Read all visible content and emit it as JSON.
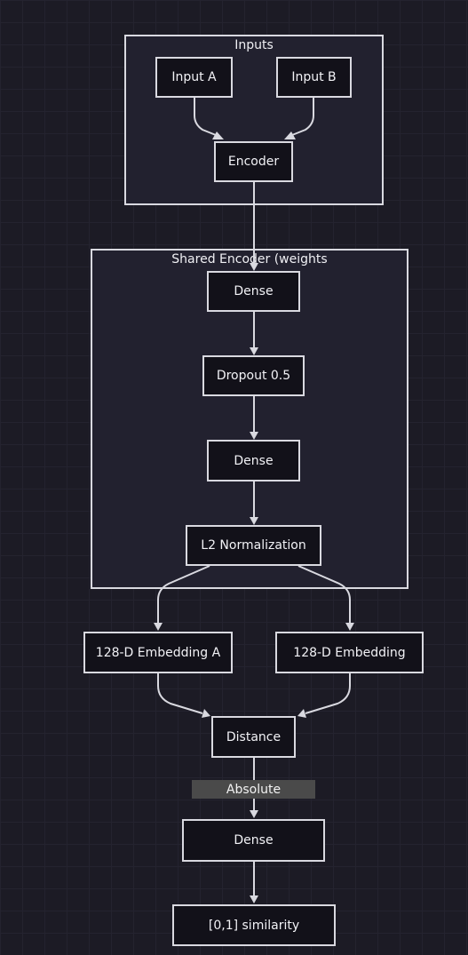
{
  "clusters": {
    "inputs": {
      "label": "Inputs"
    },
    "shared": {
      "label": "Shared Encoder (weights"
    }
  },
  "nodes": {
    "input_a": "Input A",
    "input_b": "Input B",
    "encoder": "Encoder",
    "dense1": "Dense",
    "dropout": "Dropout 0.5",
    "dense2": "Dense",
    "l2norm": "L2 Normalization",
    "emb_a": "128-D Embedding A",
    "emb_b": "128-D Embedding",
    "distance": "Distance",
    "dense3": "Dense",
    "similarity": "[0,1] similarity"
  },
  "edge_labels": {
    "distance_to_dense": "Absolute"
  },
  "colors": {
    "background": "#1c1b25",
    "cluster_fill": "#22212f",
    "node_fill": "#121119",
    "stroke": "#d9d9e0",
    "edge_label_fill": "#4a4a4a"
  }
}
